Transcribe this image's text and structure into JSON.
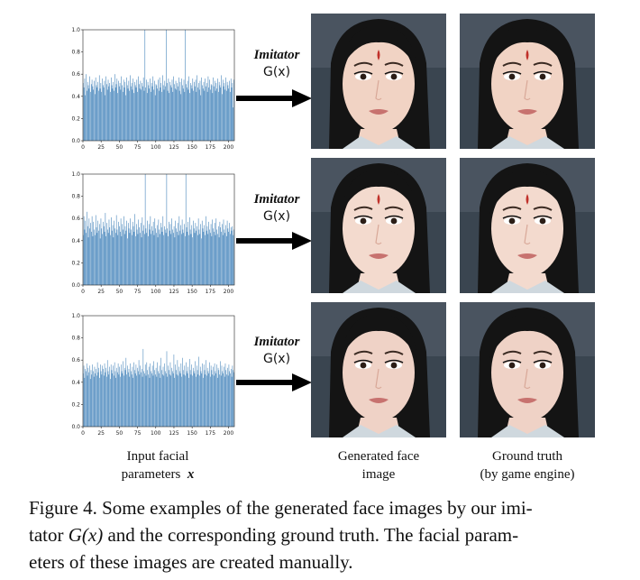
{
  "rows": [
    {
      "chart_data": {
        "type": "bar",
        "title": "",
        "xlabel": "",
        "ylabel": "",
        "xlim": [
          0,
          208
        ],
        "ylim": [
          0,
          1.0
        ],
        "xticks": [
          0,
          25,
          50,
          75,
          100,
          125,
          150,
          175,
          200
        ],
        "yticks": [
          0.0,
          0.2,
          0.4,
          0.6,
          0.8,
          1.0
        ],
        "color": "#3d7fb8",
        "values": [
          0.52,
          0.48,
          0.56,
          0.41,
          0.6,
          0.45,
          0.53,
          0.5,
          0.47,
          0.58,
          0.44,
          0.51,
          0.55,
          0.49,
          0.46,
          0.54,
          0.42,
          0.57,
          0.5,
          0.48,
          0.53,
          0.45,
          0.59,
          0.47,
          0.52,
          0.44,
          0.56,
          0.5,
          0.48,
          0.54,
          0.41,
          0.58,
          0.51,
          0.46,
          0.55,
          0.49,
          0.52,
          0.44,
          0.57,
          0.5,
          0.47,
          0.53,
          0.45,
          0.6,
          0.48,
          0.51,
          0.56,
          0.43,
          0.54,
          0.49,
          0.52,
          0.46,
          0.58,
          0.5,
          0.44,
          0.55,
          0.48,
          0.53,
          0.41,
          0.57,
          0.5,
          0.47,
          0.54,
          0.45,
          0.59,
          0.49,
          0.52,
          0.46,
          0.56,
          0.43,
          0.53,
          0.5,
          0.48,
          0.55,
          0.44,
          0.58,
          0.51,
          0.47,
          0.54,
          0.46,
          0.52,
          0.49,
          0.57,
          0.45,
          1.0,
          0.48,
          0.55,
          0.43,
          0.53,
          0.5,
          0.47,
          0.56,
          0.44,
          0.52,
          0.49,
          0.58,
          0.46,
          0.54,
          0.41,
          0.51,
          0.5,
          0.47,
          0.55,
          0.45,
          0.57,
          0.48,
          0.52,
          0.44,
          0.59,
          0.5,
          0.46,
          0.54,
          0.49,
          1.0,
          0.52,
          0.45,
          0.56,
          0.43,
          0.53,
          0.5,
          0.48,
          0.55,
          0.44,
          0.58,
          0.51,
          0.47,
          0.54,
          0.46,
          0.52,
          0.49,
          0.57,
          0.45,
          0.53,
          0.42,
          0.56,
          0.5,
          0.47,
          0.55,
          0.44,
          1.0,
          0.51,
          0.48,
          0.54,
          0.46,
          0.58,
          0.43,
          0.52,
          0.5,
          0.47,
          0.56,
          0.45,
          0.53,
          0.49,
          0.55,
          0.44,
          0.59,
          0.48,
          0.52,
          0.46,
          0.54,
          0.41,
          0.57,
          0.5,
          0.47,
          0.53,
          0.45,
          0.56,
          0.49,
          0.52,
          0.44,
          0.58,
          0.48,
          0.55,
          0.46,
          0.51,
          0.5,
          0.43,
          0.57,
          0.49,
          0.54,
          0.45,
          0.52,
          0.47,
          0.56,
          0.44,
          0.53,
          0.5,
          0.48,
          0.59,
          0.42,
          0.55,
          0.49,
          0.52,
          0.46,
          0.57,
          0.45,
          0.53,
          0.5,
          0.47,
          0.54,
          0.44,
          0.56,
          0.48,
          0.52,
          0.3,
          0.55
        ]
      },
      "imitator_label": "Imitator",
      "imitator_fn": "G(x)",
      "skin": "#f1d3c4"
    },
    {
      "chart_data": {
        "type": "bar",
        "title": "",
        "xlabel": "",
        "ylabel": "",
        "xlim": [
          0,
          208
        ],
        "ylim": [
          0,
          1.0
        ],
        "xticks": [
          0,
          25,
          50,
          75,
          100,
          125,
          150,
          175,
          200
        ],
        "yticks": [
          0.0,
          0.2,
          0.4,
          0.6,
          0.8,
          1.0
        ],
        "color": "#3d7fb8",
        "values": [
          0.45,
          0.62,
          0.5,
          0.58,
          0.47,
          0.66,
          0.53,
          0.43,
          0.6,
          0.51,
          0.56,
          0.48,
          0.62,
          0.44,
          0.57,
          0.5,
          0.45,
          0.63,
          0.52,
          0.47,
          0.58,
          0.49,
          0.55,
          0.42,
          0.6,
          0.51,
          0.46,
          0.57,
          0.53,
          0.48,
          0.65,
          0.44,
          0.56,
          0.5,
          0.47,
          0.59,
          0.52,
          0.45,
          0.61,
          0.49,
          0.54,
          0.43,
          0.58,
          0.51,
          0.47,
          0.63,
          0.5,
          0.45,
          0.57,
          0.53,
          0.48,
          0.6,
          0.44,
          0.55,
          0.5,
          0.62,
          0.46,
          0.53,
          0.49,
          0.58,
          0.42,
          0.56,
          0.51,
          0.47,
          0.6,
          0.5,
          0.45,
          0.57,
          0.53,
          0.48,
          0.64,
          0.44,
          0.55,
          0.5,
          0.46,
          0.59,
          0.52,
          0.47,
          0.56,
          0.43,
          0.61,
          0.49,
          0.54,
          0.46,
          1.0,
          0.51,
          0.47,
          0.58,
          0.44,
          0.55,
          0.5,
          0.62,
          0.46,
          0.53,
          0.49,
          0.57,
          0.45,
          0.6,
          0.51,
          0.47,
          0.54,
          0.43,
          0.59,
          0.5,
          0.46,
          0.56,
          0.52,
          0.48,
          0.62,
          0.45,
          0.53,
          0.5,
          0.47,
          1.0,
          0.51,
          0.44,
          0.57,
          0.49,
          0.55,
          0.46,
          0.6,
          0.5,
          0.47,
          0.53,
          0.43,
          0.58,
          0.51,
          0.48,
          0.56,
          0.45,
          0.62,
          0.49,
          0.54,
          0.46,
          0.59,
          0.5,
          0.47,
          0.55,
          0.44,
          1.0,
          0.52,
          0.48,
          0.57,
          0.45,
          0.61,
          0.5,
          0.46,
          0.54,
          0.43,
          0.58,
          0.51,
          0.47,
          0.56,
          0.49,
          0.53,
          0.45,
          0.6,
          0.5,
          0.46,
          0.55,
          0.42,
          0.58,
          0.51,
          0.48,
          0.54,
          0.45,
          0.62,
          0.49,
          0.53,
          0.46,
          0.57,
          0.5,
          0.47,
          0.55,
          0.44,
          0.59,
          0.51,
          0.48,
          0.56,
          0.45,
          0.6,
          0.5,
          0.46,
          0.53,
          0.43,
          0.57,
          0.52,
          0.48,
          0.55,
          0.45,
          0.59,
          0.5,
          0.47,
          0.54,
          0.44,
          0.58,
          0.51,
          0.48,
          0.56,
          0.46,
          0.52,
          0.49,
          0.53,
          0.45,
          0.5
        ]
      },
      "imitator_label": "Imitator",
      "imitator_fn": "G(x)",
      "skin": "#f3dace"
    },
    {
      "chart_data": {
        "type": "bar",
        "title": "",
        "xlabel": "",
        "ylabel": "",
        "xlim": [
          0,
          208
        ],
        "ylim": [
          0,
          1.0
        ],
        "xticks": [
          0,
          25,
          50,
          75,
          100,
          125,
          150,
          175,
          200
        ],
        "yticks": [
          0.0,
          0.2,
          0.4,
          0.6,
          0.8,
          1.0
        ],
        "color": "#3d7fb8",
        "values": [
          0.48,
          0.55,
          0.44,
          0.52,
          0.5,
          0.57,
          0.46,
          0.53,
          0.49,
          0.55,
          0.43,
          0.51,
          0.47,
          0.56,
          0.5,
          0.45,
          0.54,
          0.48,
          0.52,
          0.46,
          0.58,
          0.49,
          0.53,
          0.44,
          0.56,
          0.5,
          0.47,
          0.55,
          0.52,
          0.46,
          0.57,
          0.49,
          0.53,
          0.45,
          0.6,
          0.5,
          0.47,
          0.54,
          0.43,
          0.56,
          0.51,
          0.48,
          0.55,
          0.46,
          0.58,
          0.5,
          0.44,
          0.53,
          0.49,
          0.57,
          0.47,
          0.54,
          0.45,
          0.56,
          0.5,
          0.48,
          0.59,
          0.46,
          0.53,
          0.51,
          0.62,
          0.47,
          0.55,
          0.49,
          0.52,
          0.45,
          0.57,
          0.5,
          0.47,
          0.54,
          0.44,
          0.58,
          0.51,
          0.48,
          0.56,
          0.46,
          0.53,
          0.5,
          0.6,
          0.47,
          0.55,
          0.49,
          0.52,
          0.45,
          0.7,
          0.5,
          0.48,
          0.56,
          0.46,
          0.58,
          0.51,
          0.47,
          0.54,
          0.44,
          0.57,
          0.5,
          0.48,
          0.55,
          0.46,
          0.59,
          0.51,
          0.47,
          0.53,
          0.45,
          0.58,
          0.5,
          0.48,
          0.55,
          0.44,
          0.62,
          0.51,
          0.47,
          0.54,
          0.46,
          0.57,
          0.5,
          0.48,
          0.68,
          0.45,
          0.55,
          0.51,
          0.47,
          0.58,
          0.46,
          0.53,
          0.5,
          0.48,
          0.65,
          0.44,
          0.56,
          0.51,
          0.47,
          0.6,
          0.46,
          0.54,
          0.5,
          0.48,
          0.57,
          0.45,
          0.62,
          0.51,
          0.47,
          0.55,
          0.46,
          0.58,
          0.5,
          0.48,
          0.54,
          0.44,
          0.61,
          0.51,
          0.47,
          0.56,
          0.46,
          0.53,
          0.5,
          0.48,
          0.59,
          0.45,
          0.55,
          0.51,
          0.47,
          0.63,
          0.46,
          0.54,
          0.5,
          0.48,
          0.57,
          0.44,
          0.56,
          0.51,
          0.47,
          0.6,
          0.46,
          0.53,
          0.5,
          0.48,
          0.58,
          0.45,
          0.55,
          0.51,
          0.47,
          0.54,
          0.46,
          0.57,
          0.5,
          0.48,
          0.56,
          0.44,
          0.53,
          0.51,
          0.47,
          0.59,
          0.46,
          0.55,
          0.5,
          0.48,
          0.54,
          0.45,
          0.57,
          0.51,
          0.47,
          0.53,
          0.46,
          0.56,
          0.5,
          0.48,
          0.52,
          0.45,
          0.55,
          0.51,
          0.49
        ]
      },
      "imitator_label": "Imitator",
      "imitator_fn": "G(x)",
      "skin": "#efd2c6"
    }
  ],
  "columns": {
    "input": [
      "Input facial",
      "parameters"
    ],
    "input_symbol": "x",
    "generated": [
      "Generated face",
      "image"
    ],
    "truth": [
      "Ground truth",
      "(by game engine)"
    ]
  },
  "caption": {
    "prefix": "Figure 4. Some examples of the generated face images by our imi-",
    "line2_a": "tator ",
    "line2_math": "G(x)",
    "line2_b": " and the corresponding ground truth. The facial param-",
    "line3": "eters of these images are created manually."
  }
}
